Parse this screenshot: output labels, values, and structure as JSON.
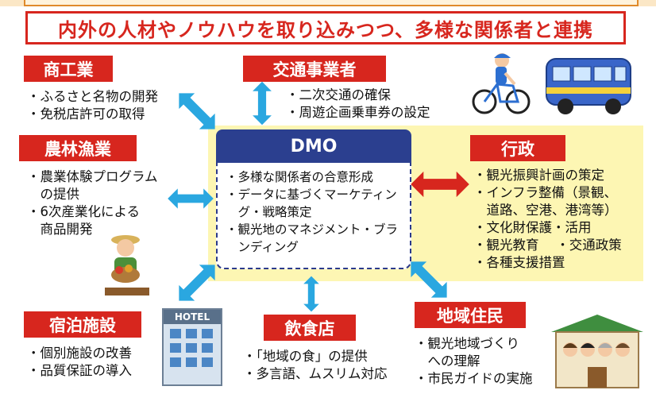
{
  "banner": "内外の人材やノウハウを取り込みつつ、多様な関係者と連携",
  "dmo": {
    "title": "DMO",
    "items": [
      "・多様な関係者の合意形成",
      "・データに基づくマーケティン",
      "　グ・戦略策定",
      "・観光地のマネジメント・ブラ",
      "　ンディング"
    ]
  },
  "stakeholders": {
    "commerce": {
      "label": "商工業",
      "items": [
        "・ふるさと名物の開発",
        "・免税店許可の取得"
      ]
    },
    "transport": {
      "label": "交通事業者",
      "items": [
        "・二次交通の確保",
        "・周遊企画乗車券の設定"
      ]
    },
    "agriculture": {
      "label": "農林漁業",
      "items": [
        "・農業体験プログラム",
        "　の提供",
        "・6次産業化による",
        "　商品開発"
      ]
    },
    "government": {
      "label": "行政",
      "items": [
        "・観光振興計画の策定",
        "・インフラ整備（景観、",
        "　道路、空港、港湾等）",
        "・文化財保護・活用",
        "・観光教育　 ・交通政策",
        "・各種支援措置"
      ]
    },
    "lodging": {
      "label": "宿泊施設",
      "items": [
        "・個別施設の改善",
        "・品質保証の導入"
      ]
    },
    "food": {
      "label": "飲食店",
      "items": [
        "・「地域の食」の提供",
        "・多言語、ムスリム対応"
      ]
    },
    "residents": {
      "label": "地域住民",
      "items": [
        "・観光地域づくり",
        "　への理解",
        "・市民ガイドの実施"
      ]
    }
  },
  "hotel_sign": "HOTEL",
  "colors": {
    "red": "#d7261e",
    "navy": "#2b3f8f",
    "blue_arrow": "#2aa7e0",
    "yellow_panel": "#fdf6b3"
  }
}
